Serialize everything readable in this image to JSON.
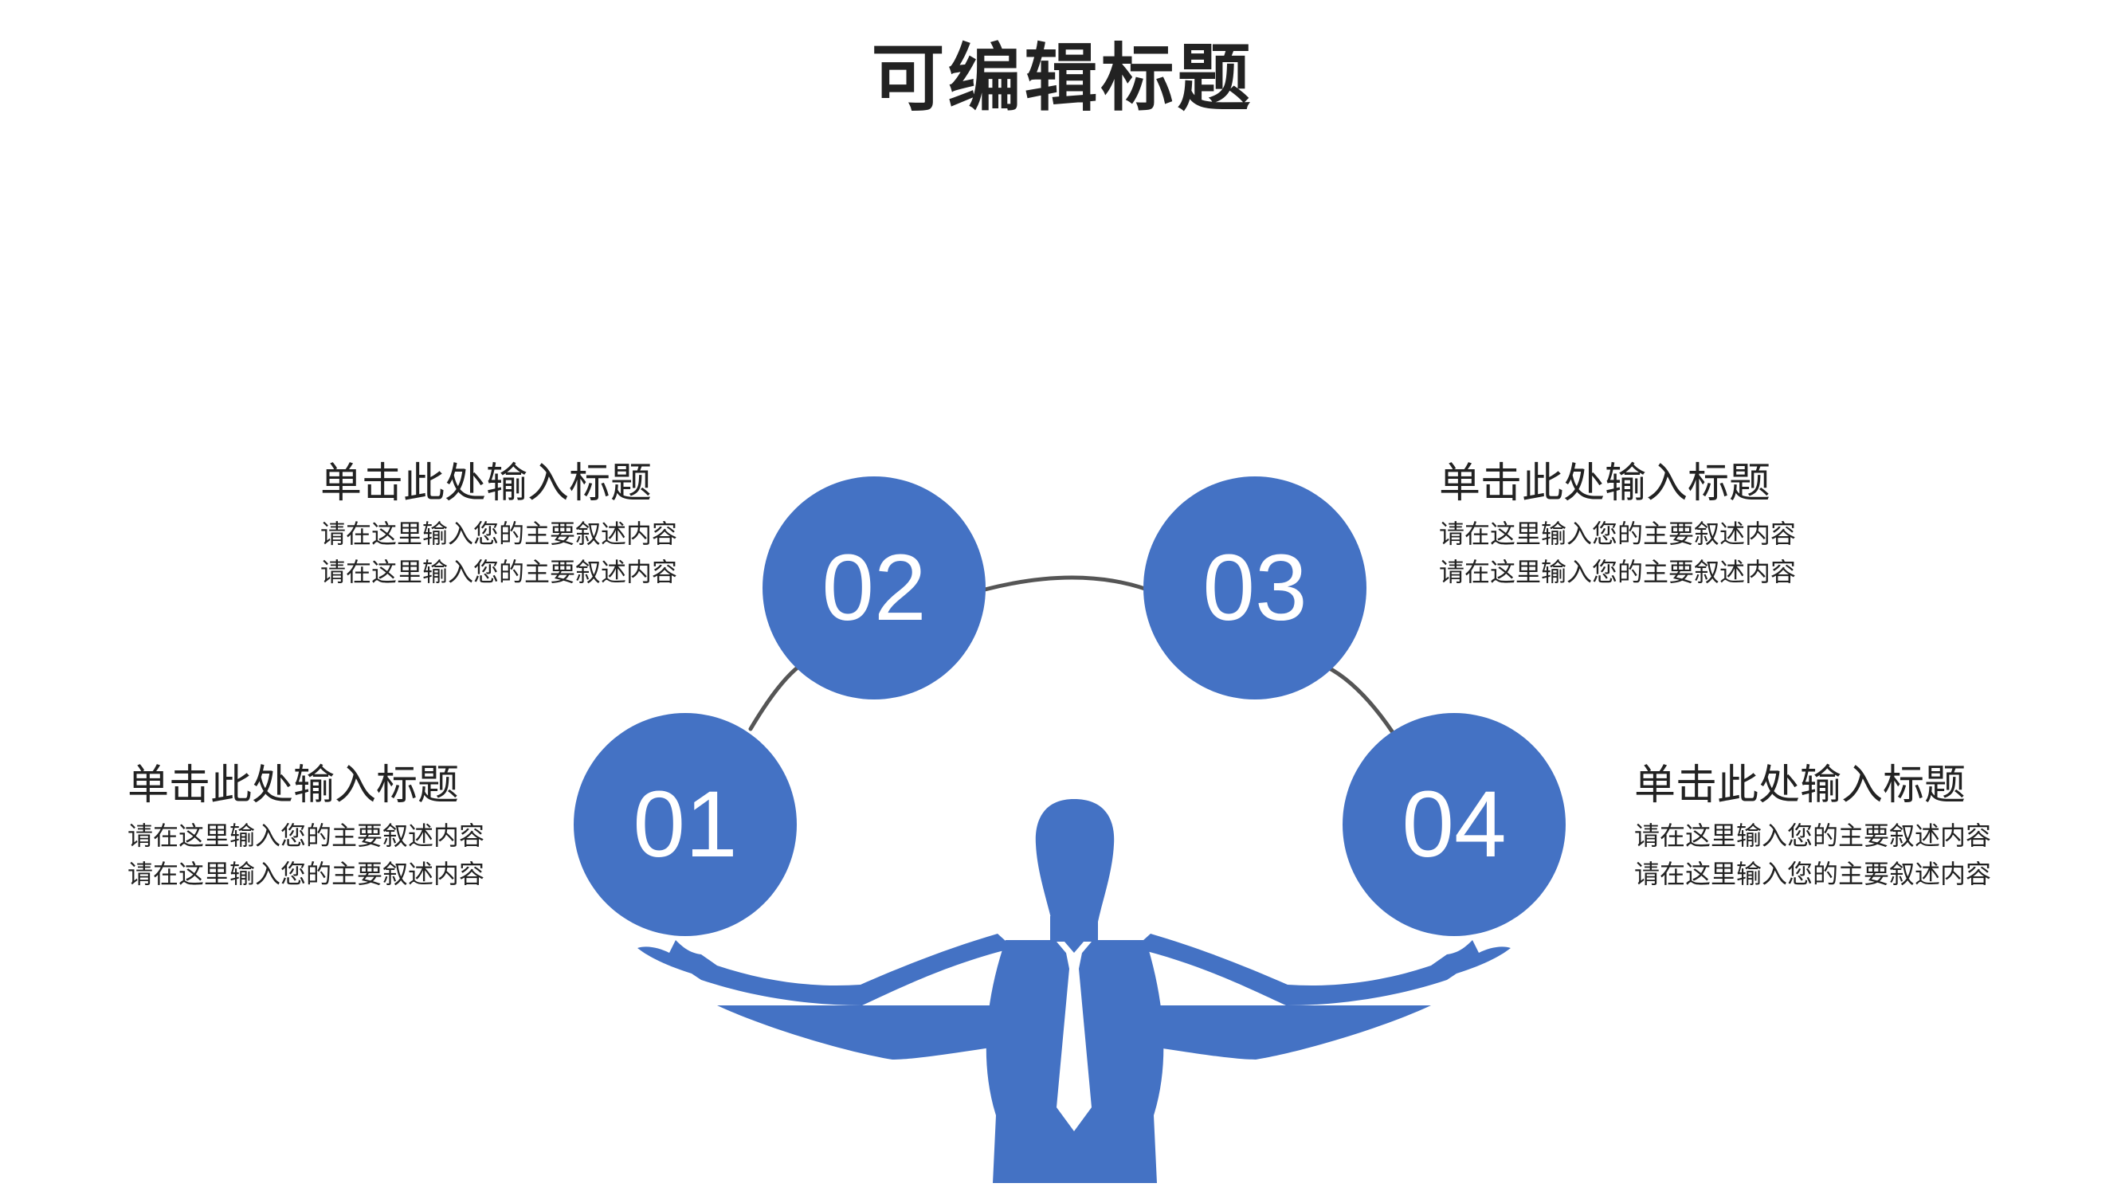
{
  "title": "可编辑标题",
  "colors": {
    "accent": "#4472C4",
    "connector": "#555555",
    "text": "#222222",
    "background": "#FFFFFF"
  },
  "nodes": [
    {
      "number": "01",
      "heading": "单击此处输入标题",
      "lines": [
        "请在这里输入您的主要叙述内容",
        "请在这里输入您的主要叙述内容"
      ]
    },
    {
      "number": "02",
      "heading": "单击此处输入标题",
      "lines": [
        "请在这里输入您的主要叙述内容",
        "请在这里输入您的主要叙述内容"
      ]
    },
    {
      "number": "03",
      "heading": "单击此处输入标题",
      "lines": [
        "请在这里输入您的主要叙述内容",
        "请在这里输入您的主要叙述内容"
      ]
    },
    {
      "number": "04",
      "heading": "单击此处输入标题",
      "lines": [
        "请在这里输入您的主要叙述内容",
        "请在这里输入您的主要叙述内容"
      ]
    }
  ],
  "figure": {
    "icon": "businessman-silhouette-icon"
  }
}
